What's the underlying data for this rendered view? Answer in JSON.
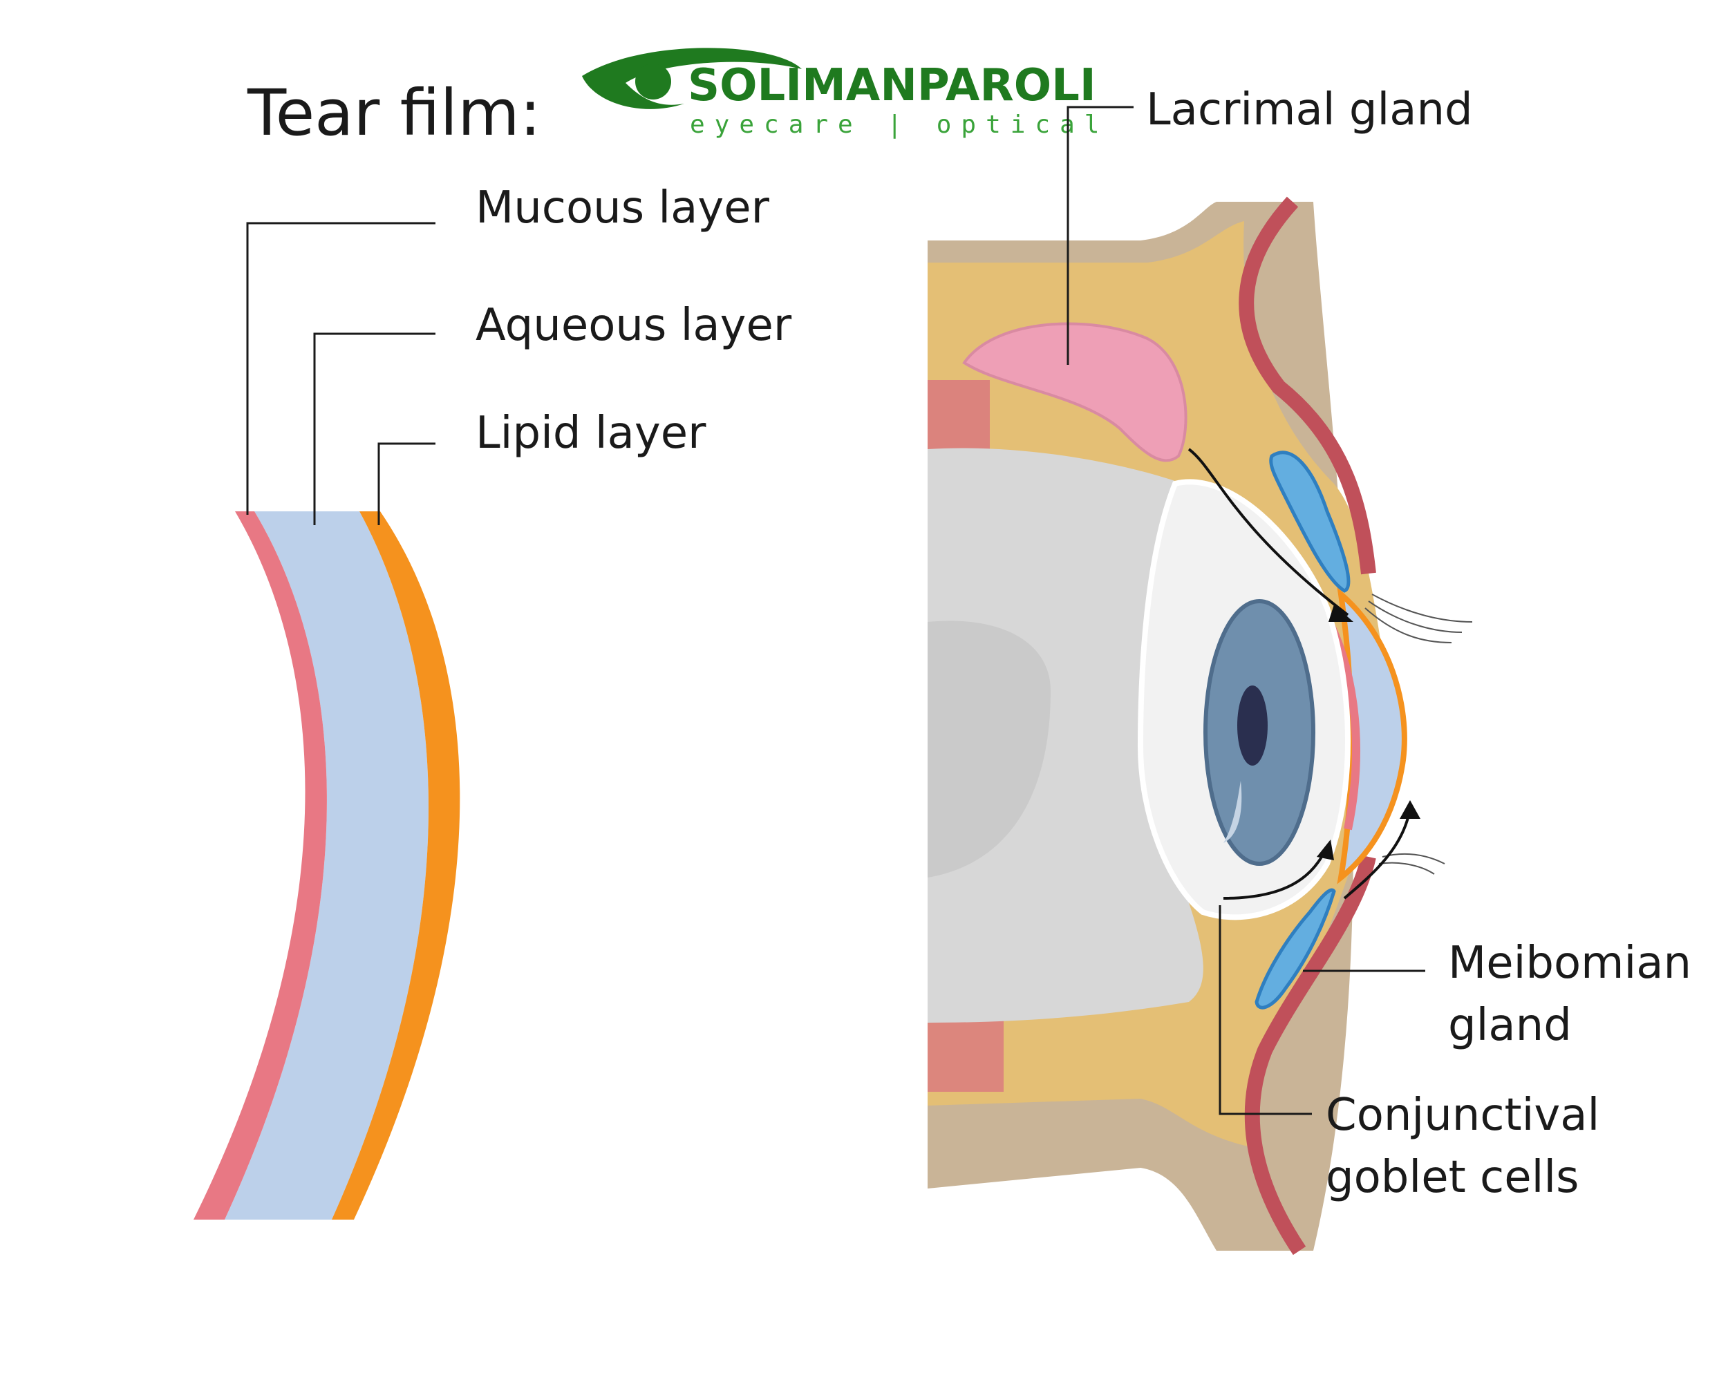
{
  "title": "Tear film:",
  "logo": {
    "name": "SOLIMANPAROLI",
    "tagline": "eyecare | optical",
    "color": "#1f7a1f"
  },
  "colors": {
    "mucous": "#e87884",
    "aqueous": "#bcd0ea",
    "lipid": "#f5921e",
    "tissue": "#e4bf75",
    "skin": "#c9b497",
    "lid_red": "#c0505a",
    "lacrimal": "#ee9fb6",
    "iris": "#6f8fad",
    "pupil": "#2a2f4f"
  },
  "labels": {
    "mucous": "Mucous layer",
    "aqueous": "Aqueous layer",
    "lipid": "Lipid layer",
    "lacrimal": "Lacrimal gland",
    "meibomian_1": "Meibomian",
    "meibomian_2": "gland",
    "goblet_1": "Conjunctival",
    "goblet_2": "goblet cells"
  }
}
